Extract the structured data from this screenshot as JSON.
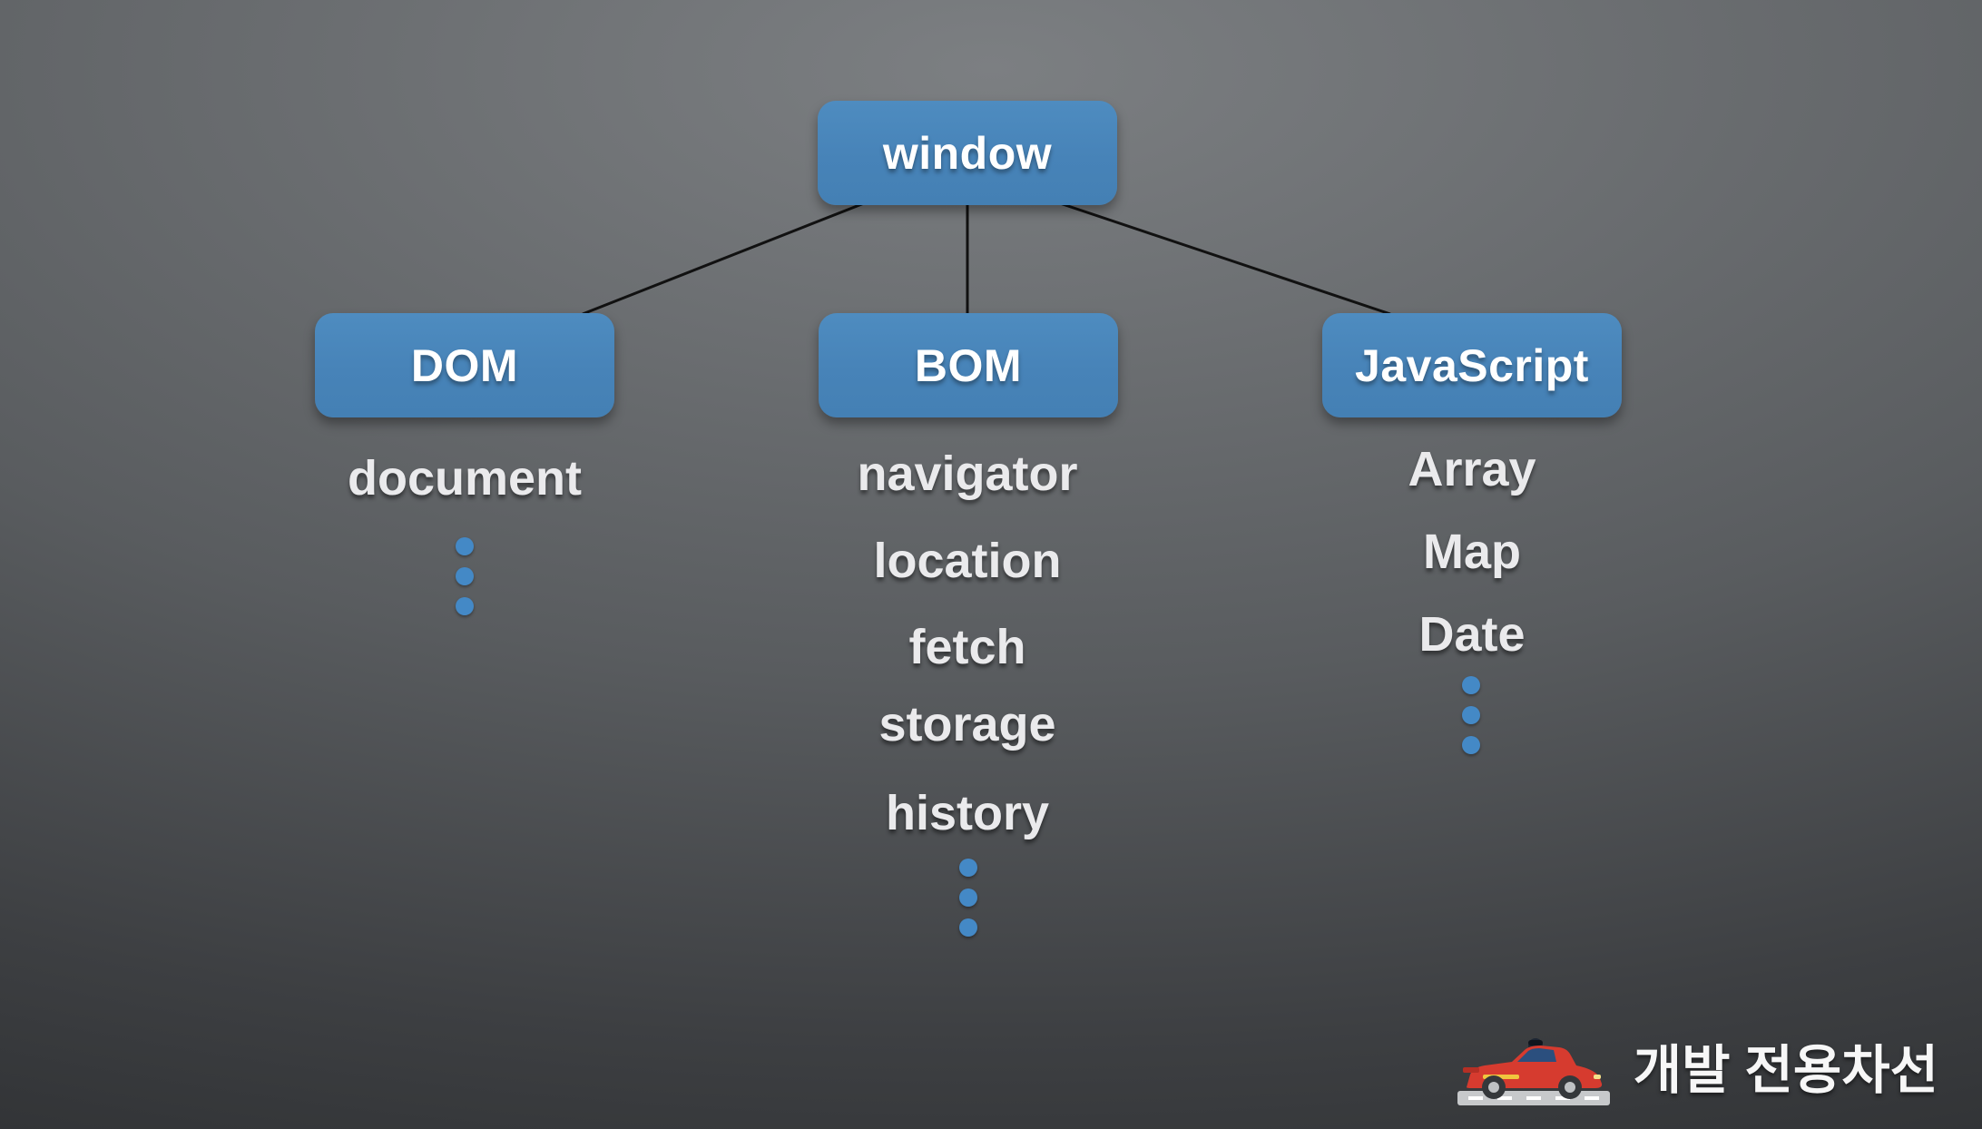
{
  "diagram": {
    "root": {
      "label": "window"
    },
    "branches": [
      {
        "box": "DOM",
        "items": [
          "document"
        ],
        "ellipsis_icon": "more-items-dots"
      },
      {
        "box": "BOM",
        "items": [
          "navigator",
          "location",
          "fetch",
          "storage",
          "history"
        ],
        "ellipsis_icon": "more-items-dots"
      },
      {
        "box": "JavaScript",
        "items": [
          "Array",
          "Map",
          "Date"
        ],
        "ellipsis_icon": "more-items-dots"
      }
    ]
  },
  "branding": {
    "label": "개발 전용차선",
    "icon": "red-sports-car-on-road"
  },
  "colors": {
    "box_blue": "#4783b8",
    "dot_blue": "#4489c6",
    "item_text": "#eaeaec",
    "connector": "#111111",
    "background_top": "#7c7f82",
    "background_bottom": "#26282a"
  }
}
